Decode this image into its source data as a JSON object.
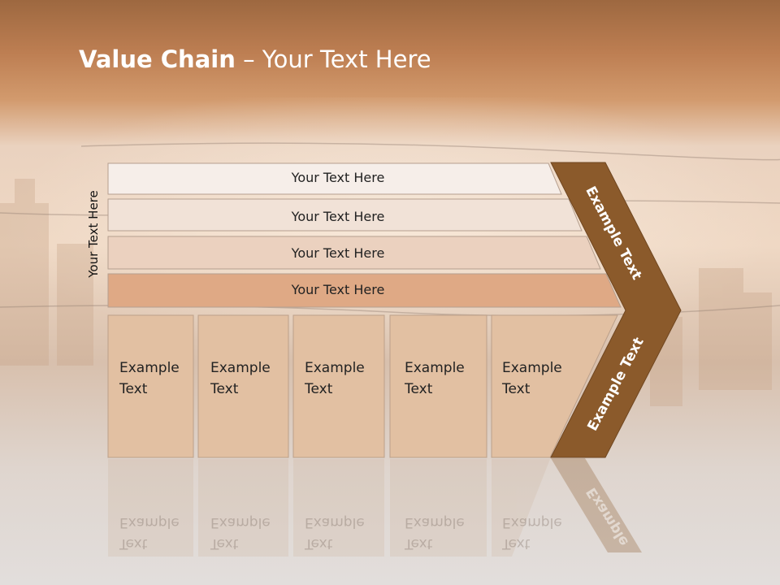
{
  "slide": {
    "title_bold": "Value Chain",
    "title_rest": " – Your Text Here",
    "vertical_label": "Your Text Here"
  },
  "rows": [
    {
      "label": "Your Text Here",
      "fill": "#f6eee9"
    },
    {
      "label": "Your Text Here",
      "fill": "#f1e2d7"
    },
    {
      "label": "Your Text Here",
      "fill": "#ebd1bf"
    },
    {
      "label": "Your Text Here",
      "fill": "#dfa985"
    }
  ],
  "boxes": [
    {
      "line1": "Example",
      "line2": "Text"
    },
    {
      "line1": "Example",
      "line2": "Text"
    },
    {
      "line1": "Example",
      "line2": "Text"
    },
    {
      "line1": "Example",
      "line2": "Text"
    },
    {
      "line1": "Example",
      "line2": "Text"
    }
  ],
  "chevron": {
    "upper_label": "Example Text",
    "lower_label": "Example Text",
    "reflection_label": "Example",
    "color": "#8b5a2b"
  },
  "colors": {
    "header": "#b9784a",
    "box_fill": "#e2c0a2",
    "box_border": "#bca08a"
  }
}
